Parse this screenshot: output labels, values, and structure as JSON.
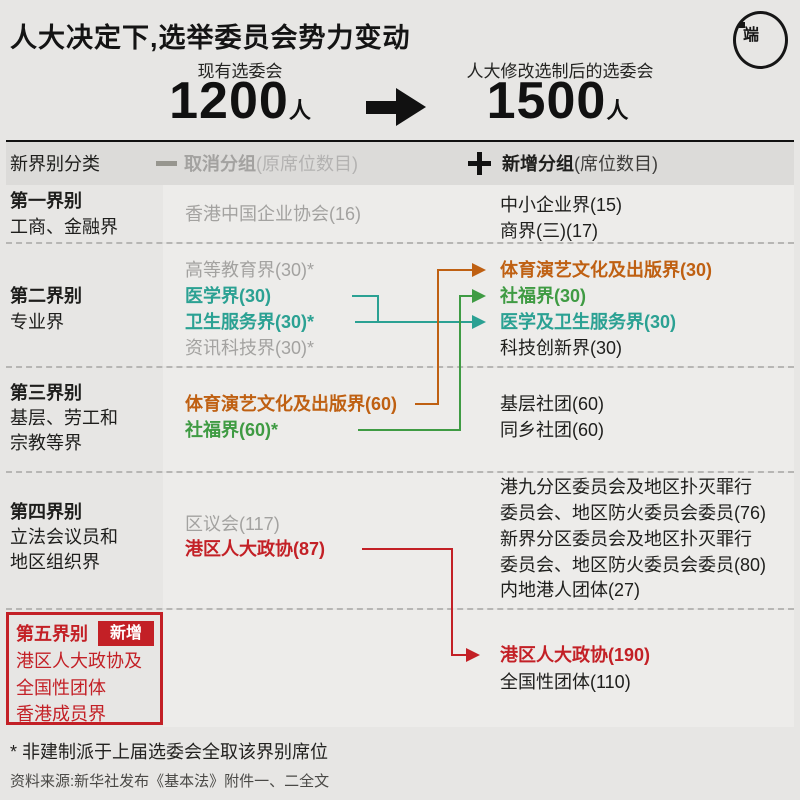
{
  "title": "人大决定下,选举委员会势力变动",
  "logo": {
    "char": "端"
  },
  "summary": {
    "before_label": "现有选委会",
    "before_value": "1200",
    "before_unit": "人",
    "after_label": "人大修改选制后的选委会",
    "after_value": "1500",
    "after_unit": "人"
  },
  "header": {
    "category": "新界别分类",
    "cancelled": "取消分组",
    "cancelled_note": "(原席位数目)",
    "added": "新增分组",
    "added_note": "(席位数目)"
  },
  "rows": [
    {
      "category_title": "第一界别",
      "category_lines": [
        "工商、金融界"
      ],
      "cancelled": [
        {
          "text": "香港中国企业协会(16)"
        }
      ],
      "added": [
        {
          "text": "中小企业界(15)"
        },
        {
          "text": "商界(三)(17)"
        }
      ]
    },
    {
      "category_title": "第二界别",
      "category_lines": [
        "专业界"
      ],
      "cancelled": [
        {
          "text": "高等教育界(30)*"
        },
        {
          "text": "医学界(30)"
        },
        {
          "text": "卫生服务界(30)*"
        },
        {
          "text": "资讯科技界(30)*"
        }
      ],
      "added": [
        {
          "text": "体育演艺文化及出版界(30)"
        },
        {
          "text": "社福界(30)"
        },
        {
          "text": "医学及卫生服务界(30)"
        },
        {
          "text": "科技创新界(30)"
        }
      ]
    },
    {
      "category_title": "第三界别",
      "category_lines": [
        "基层、劳工和",
        "宗教等界"
      ],
      "cancelled": [
        {
          "text": "体育演艺文化及出版界(60)"
        },
        {
          "text": "社福界(60)*"
        }
      ],
      "added": [
        {
          "text": "基层社团(60)"
        },
        {
          "text": "同乡社团(60)"
        }
      ]
    },
    {
      "category_title": "第四界别",
      "category_lines": [
        "立法会议员和",
        "地区组织界"
      ],
      "cancelled": [
        {
          "text": "区议会(117)"
        },
        {
          "text": "港区人大政协(87)"
        }
      ],
      "added": [
        {
          "text": "港九分区委员会及地区扑灭罪行"
        },
        {
          "text": "委员会、地区防火委员会委员(76)"
        },
        {
          "text": "新界分区委员会及地区扑灭罪行"
        },
        {
          "text": "委员会、地区防火委员会委员(80)"
        },
        {
          "text": "内地港人团体(27)"
        }
      ]
    },
    {
      "category_title": "第五界别",
      "badge": "新增",
      "category_lines": [
        "港区人大政协及",
        "全国性团体",
        "香港成员界"
      ],
      "cancelled": [],
      "added": [
        {
          "text": "港区人大政协(190)"
        },
        {
          "text": "全国性团体(110)"
        }
      ]
    }
  ],
  "footnote": "* 非建制派于上届选委会全取该界别席位",
  "source": "资料来源:新华社发布《基本法》附件一、二全文",
  "colors": {
    "background": "#e7e6e4",
    "row_strip": "#edecea",
    "header_band": "#dcdbd9",
    "orange": "#bf6012",
    "green": "#3f9b43",
    "teal": "#2ba193",
    "red": "#c32026",
    "cancelled_gray": "#a3a2a0"
  }
}
